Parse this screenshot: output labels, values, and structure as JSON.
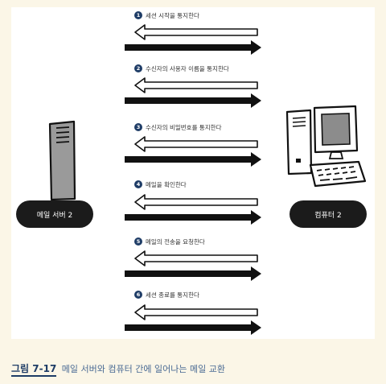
{
  "nodes": {
    "left_label": "메일 서버 2",
    "right_label": "컴퓨터 2"
  },
  "steps": [
    {
      "num": "1",
      "label": "세션 시작을 통지한다"
    },
    {
      "num": "2",
      "label": "수신자의 사용자 이름을 통지한다"
    },
    {
      "num": "3",
      "label": "수신자의 비밀번호를 통지한다"
    },
    {
      "num": "4",
      "label": "메일을 확인한다"
    },
    {
      "num": "5",
      "label": "메일의 전송을 요청한다"
    },
    {
      "num": "6",
      "label": "세션 종료를 통지한다"
    }
  ],
  "caption": {
    "figure_number": "그림 7-17",
    "text": "메일 서버와 컴퓨터 간에 일어나는 메일 교환"
  },
  "colors": {
    "background": "#fbf6e7",
    "accent": "#1e3c66",
    "caption_text": "#4a6a94",
    "node_fill": "#1b1b1b"
  },
  "icons": [
    "server-icon",
    "desktop-computer-icon"
  ]
}
